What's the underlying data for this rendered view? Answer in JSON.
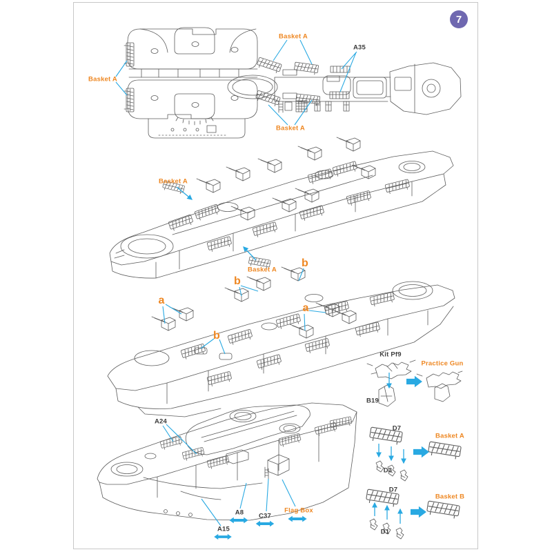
{
  "page": {
    "step_number": "7"
  },
  "colors": {
    "accent_orange": "#EE8722",
    "arrow_blue": "#29A9E2",
    "step_badge_purple": "#6F68B0",
    "label_ink": "#3C3C3C",
    "linework_gray": "#5B5B5B"
  },
  "icons": {
    "assemble_arrow": "block-arrow-right-icon",
    "placement_arrow": "thin-arrow-icon",
    "slide_arrow": "double-headed-arrow-icon"
  },
  "top_view": {
    "basket_a_left": "Basket A",
    "basket_a_top": "Basket A",
    "a35": "A35",
    "basket_a_bottom": "Basket A"
  },
  "iso_view_1": {
    "basket_a_upper": "Basket A",
    "basket_a_lower": "Basket A"
  },
  "iso_view_2": {
    "a_left": "a",
    "b_top": "b",
    "b_right": "b",
    "b_mid": "b",
    "a_right": "a"
  },
  "bow_view": {
    "a24": "A24",
    "a15": "A15",
    "a8": "A8",
    "c37": "C37",
    "flag_box": "Flag Box"
  },
  "assemblies": {
    "practice_gun": {
      "top_part": "Kit Pf9",
      "bottom_part": "B19",
      "result": "Practice Gun"
    },
    "basket_a": {
      "rail_part": "D7",
      "clip_part": "D3",
      "result": "Basket A"
    },
    "basket_b": {
      "rail_part": "D7",
      "clip_part": "D1",
      "result": "Basket B"
    }
  }
}
